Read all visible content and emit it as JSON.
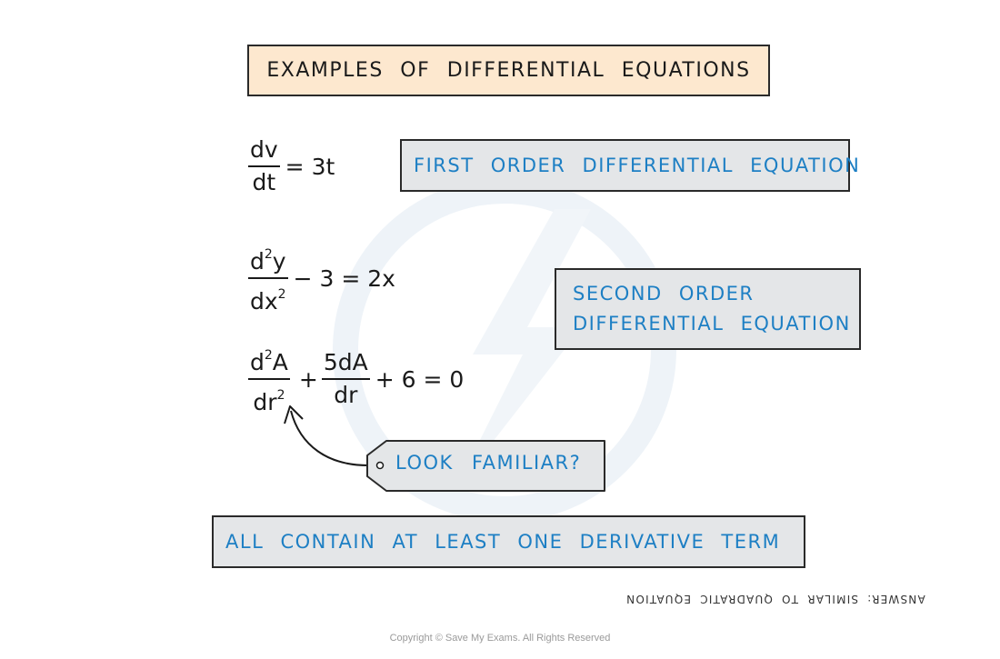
{
  "colors": {
    "title_bg": "#fde8cf",
    "box_bg": "#e4e6e8",
    "blue_text": "#1d7fc4",
    "border": "#2a2a2a"
  },
  "title": "EXAMPLES OF DIFFERENTIAL EQUATIONS",
  "eq1": {
    "num": "dv",
    "den": "dt",
    "rhs": "= 3t"
  },
  "eq2": {
    "num_base": "d",
    "num_sup": "2",
    "num_rest": "y",
    "den_base": "dx",
    "den_sup": "2",
    "rhs": "− 3 = 2x"
  },
  "eq3": {
    "f1_num_base": "d",
    "f1_num_sup": "2",
    "f1_num_rest": "A",
    "f1_den_base": "dr",
    "f1_den_sup": "2",
    "plus": "+",
    "f2_num": "5dA",
    "f2_den": "dr",
    "rhs": "+ 6 = 0"
  },
  "labels": {
    "first_order": "FIRST ORDER DIFFERENTIAL EQUATION",
    "second_order_line1": "SECOND ORDER",
    "second_order_line2": "DIFFERENTIAL EQUATION",
    "look_familiar": "LOOK FAMILIAR?",
    "all_contain": "ALL CONTAIN AT LEAST ONE DERIVATIVE TERM"
  },
  "answer": "ANSWER: SIMILAR TO QUADRATIC EQUATION",
  "copyright": "Copyright © Save My Exams. All Rights Reserved",
  "icons": {
    "arrow": "curved-arrow-icon",
    "tag": "price-tag-icon",
    "watermark": "lightning-logo-icon"
  }
}
